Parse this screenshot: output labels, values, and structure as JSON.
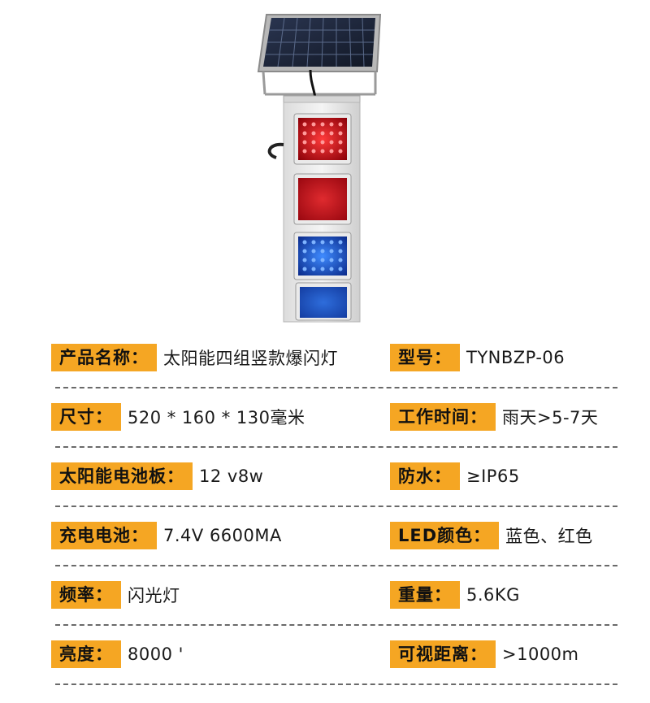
{
  "specs": [
    {
      "left": {
        "label": "产品名称：",
        "value": "太阳能四组竖款爆闪灯"
      },
      "right": {
        "label": "型号：",
        "value": "TYNBZP-06"
      }
    },
    {
      "left": {
        "label": "尺寸：",
        "value": "520 * 160 * 130毫米"
      },
      "right": {
        "label": "工作时间：",
        "value": "雨天>5-7天"
      }
    },
    {
      "left": {
        "label": "太阳能电池板：",
        "value": "12 v8w"
      },
      "right": {
        "label": "防水：",
        "value": "≥IP65"
      }
    },
    {
      "left": {
        "label": "充电电池：",
        "value": "7.4V 6600MA"
      },
      "right": {
        "label": "LED颜色：",
        "value": "蓝色、红色"
      }
    },
    {
      "left": {
        "label": "频率：",
        "value": "闪光灯"
      },
      "right": {
        "label": "重量：",
        "value": "5.6KG"
      }
    },
    {
      "left": {
        "label": "亮度：",
        "value": "8000 '"
      },
      "right": {
        "label": "可视距离：",
        "value": ">1000m"
      }
    }
  ],
  "colors": {
    "label_bg": "#f5a623",
    "lamp_red": "#d4101a",
    "lamp_blue": "#1a4fd6"
  }
}
